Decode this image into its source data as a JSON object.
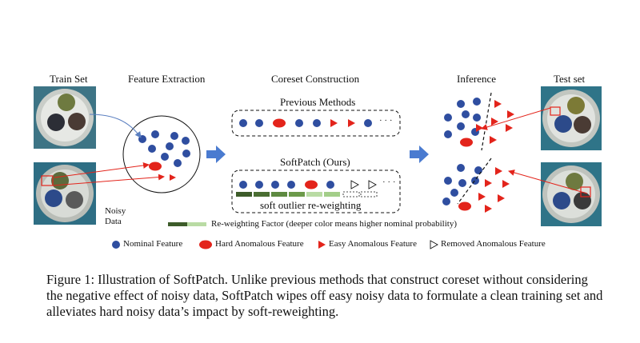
{
  "headers": {
    "train_set": "Train Set",
    "feature_extraction": "Feature Extraction",
    "coreset_construction": "Coreset Construction",
    "inference": "Inference",
    "test_set": "Test set"
  },
  "noisy_data_label": [
    "Noisy",
    "Data"
  ],
  "previous_methods": {
    "label": "Previous Methods",
    "ellipsis": "· · ·"
  },
  "softpatch": {
    "label": "SoftPatch (Ours)",
    "ellipsis": "· · ·",
    "outlier_label": "soft outlier re-weighting"
  },
  "reweighting_note": "Re-weighting Factor (deeper color means higher nominal probability)",
  "legend": [
    {
      "symbol": "blue-circle",
      "label": "Nominal Feature"
    },
    {
      "symbol": "red-ellipse",
      "label": "Hard Anomalous Feature"
    },
    {
      "symbol": "red-triangle",
      "label": "Easy Anomalous Feature"
    },
    {
      "symbol": "hollow-triangle",
      "label": "Removed Anomalous Feature"
    }
  ],
  "colors": {
    "nominal": "#2f4ea0",
    "anomalous": "#e3241b",
    "arrow": "#4a7bd0",
    "weight_dark": "#3d5c2a",
    "weight_mid": "#6c9a4a",
    "weight_light": "#b9dba4"
  },
  "caption": "Figure 1: Illustration of SoftPatch. Unlike previous methods that construct coreset without considering the negative effect of noisy data, SoftPatch wipes off easy noisy data to formulate a clean training set and alleviates hard noisy data’s impact by soft-reweighting."
}
